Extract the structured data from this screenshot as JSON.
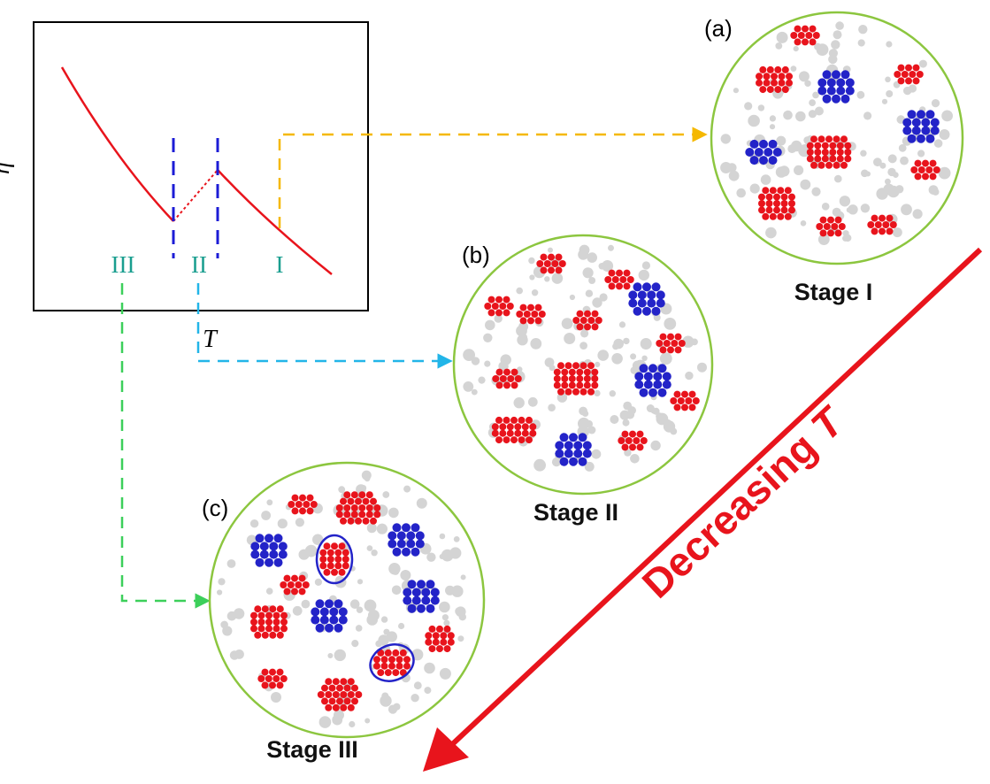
{
  "plot": {
    "y_label": "η",
    "x_label": "T",
    "regions": [
      "III",
      "II",
      "I"
    ]
  },
  "panels": [
    {
      "id": "a",
      "label": "(a)",
      "stage": "Stage I"
    },
    {
      "id": "b",
      "label": "(b)",
      "stage": "Stage II"
    },
    {
      "id": "c",
      "label": "(c)",
      "stage": "Stage III"
    }
  ],
  "arrow": {
    "text": "Decreasing ",
    "symbol": "T"
  },
  "colors": {
    "curve": "#e8141c",
    "red_cluster": "#e8141c",
    "blue_cluster": "#2323c8",
    "matrix_dot": "#d4d4d4",
    "circle_border": "#8cc63f",
    "stage1_link": "#f5b800",
    "stage2_link": "#22b5e8",
    "stage3_link": "#3ccf5a",
    "divider": "#1c1cd6",
    "region_text": "#1a9e8f"
  }
}
